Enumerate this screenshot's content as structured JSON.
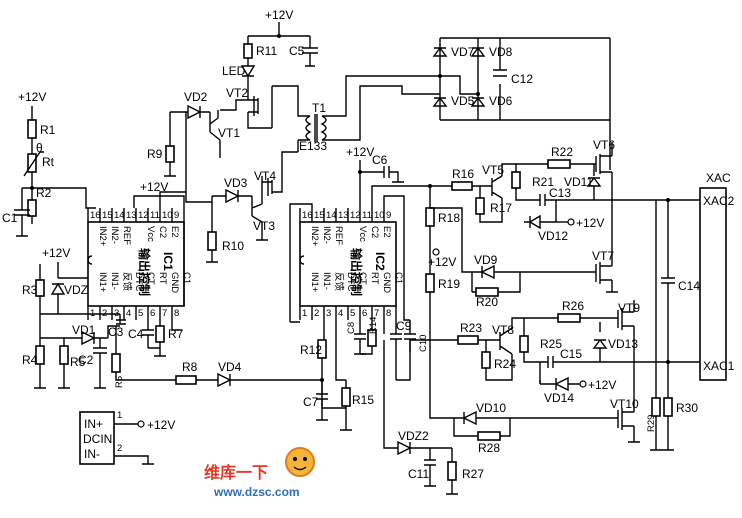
{
  "supply": {
    "v12": "+12V"
  },
  "ic1": {
    "name": "IC1",
    "block": "输出控制",
    "top_pins": [
      "16",
      "15",
      "14",
      "13",
      "12",
      "11",
      "10",
      "9"
    ],
    "top_names": [
      "IN2+",
      "IN2-",
      "REF",
      "Vcc",
      "C2",
      "E2"
    ],
    "bot_pins": [
      "1",
      "2",
      "3",
      "4",
      "5",
      "6",
      "7",
      "8"
    ],
    "bot_names": [
      "IN1+",
      "IN1-",
      "反馈",
      "DTC",
      "CT",
      "RT",
      "GND",
      "C1"
    ]
  },
  "ic2": {
    "name": "IC2",
    "block": "输出控制",
    "top_pins": [
      "16",
      "15",
      "14",
      "13",
      "12",
      "11",
      "10",
      "9"
    ],
    "top_names": [
      "IN2+",
      "IN2-",
      "REF",
      "Vcc",
      "C2",
      "E2"
    ],
    "bot_pins": [
      "1",
      "2",
      "3",
      "4",
      "5",
      "6",
      "7",
      "8"
    ],
    "bot_names": [
      "IN1+",
      "IN1-",
      "反馈",
      "DTC",
      "CT",
      "RT",
      "GND",
      "C1"
    ]
  },
  "labels": {
    "R1": "R1",
    "R2": "R2",
    "R3": "R3",
    "R4": "R4",
    "R5": "R5",
    "R6": "R6",
    "R7": "R7",
    "R8": "R8",
    "R9": "R9",
    "R10": "R10",
    "R11": "R11",
    "R12": "R12",
    "R14": "R14",
    "R15": "R15",
    "R16": "R16",
    "R17": "R17",
    "R18": "R18",
    "R19": "R19",
    "R20": "R20",
    "R21": "R21",
    "R22": "R22",
    "R23": "R23",
    "R24": "R24",
    "R25": "R25",
    "R26": "R26",
    "R27": "R27",
    "R28": "R28",
    "R29": "R29",
    "R30": "R30",
    "Rt": "Rt",
    "theta": "θ",
    "C1": "C1",
    "C2": "C2",
    "C3": "C3",
    "C4": "C4",
    "C5": "C5",
    "C6": "C6",
    "C7": "C7",
    "C8": "C8",
    "C9": "C9",
    "C10": "C10",
    "C11": "C11",
    "C12": "C12",
    "C13": "C13",
    "C14": "C14",
    "C15": "C15",
    "VD1": "VD1",
    "VD2": "VD2",
    "VD3": "VD3",
    "VD4": "VD4",
    "VD5": "VD5",
    "VD6": "VD6",
    "VD7": "VD7",
    "VD8": "VD8",
    "VD9": "VD9",
    "VD10": "VD10",
    "VD11": "VD11",
    "VD12": "VD12",
    "VD13": "VD13",
    "VD14": "VD14",
    "VDZ1": "VDZ1",
    "VDZ2": "VDZ2",
    "VT1": "VT1",
    "VT2": "VT2",
    "VT3": "VT3",
    "VT4": "VT4",
    "VT5": "VT5",
    "VT6": "VT6",
    "VT7": "VT7",
    "VT8": "VT8",
    "VT9": "VT9",
    "VT10": "VT10",
    "LED": "LED",
    "T1": "T1",
    "E133": "E133",
    "XAC": "XAC",
    "XAC2": "XAC2",
    "XAC1": "XAC1"
  },
  "dcin": {
    "title": "DCIN",
    "in_plus": "IN+",
    "in_minus": "IN-",
    "pin1": "1",
    "pin2": "2",
    "out": "+12V"
  },
  "watermark": {
    "cn": "维库一下",
    "url": "www.dzsc.com"
  }
}
